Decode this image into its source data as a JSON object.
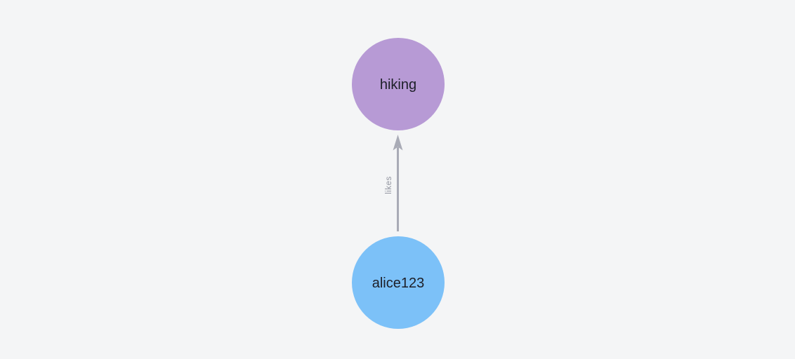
{
  "graph": {
    "background_color": "#f4f5f6",
    "nodes": [
      {
        "id": "alice123",
        "label": "alice123",
        "color": "#7cc1f8",
        "text_color": "#1d1f28"
      },
      {
        "id": "hiking",
        "label": "hiking",
        "color": "#b79ad5",
        "text_color": "#1d1f28"
      }
    ],
    "edges": [
      {
        "from": "alice123",
        "to": "hiking",
        "label": "likes",
        "color": "#a9abb6",
        "label_color": "#90939e"
      }
    ]
  }
}
